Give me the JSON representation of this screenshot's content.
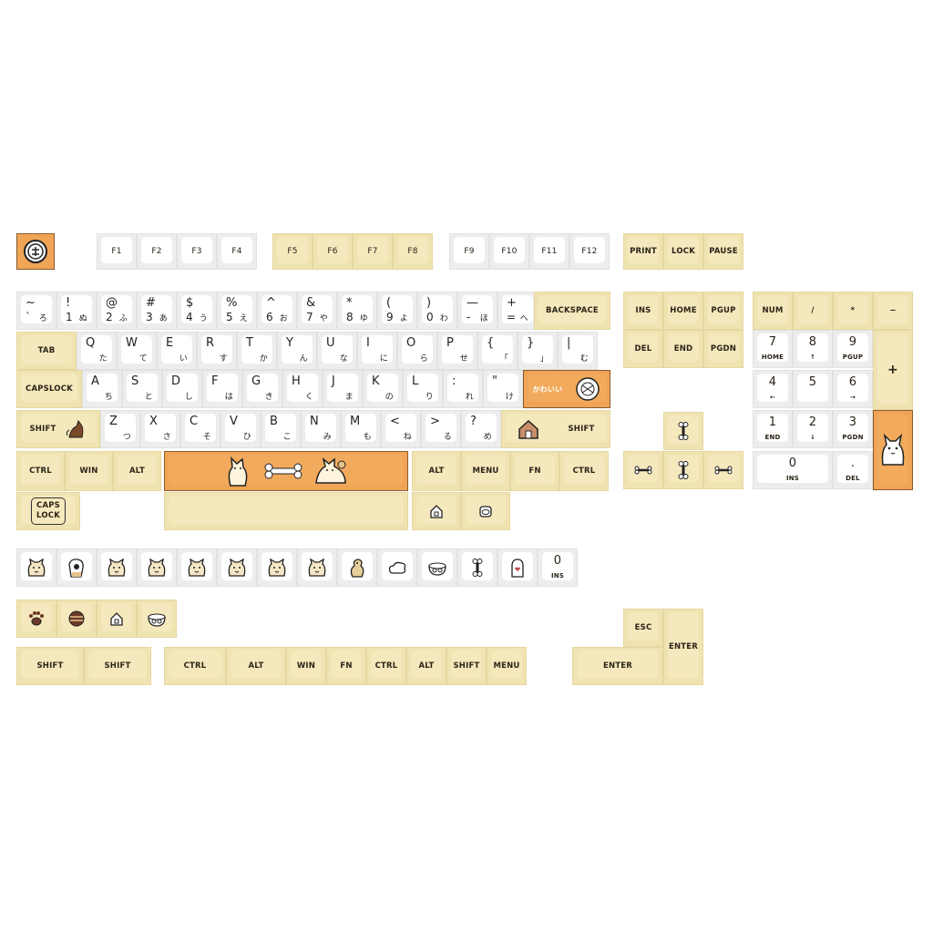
{
  "colors": {
    "beige": "#f0e3b2",
    "white_cap": "#ffffff",
    "orange": "#efa456",
    "legend": "#2b2418"
  },
  "function_row": {
    "logo_key_icon": "shiba-emblem-icon",
    "group1": [
      "F1",
      "F2",
      "F3",
      "F4"
    ],
    "group2": [
      "F5",
      "F6",
      "F7",
      "F8"
    ],
    "group3": [
      "F9",
      "F10",
      "F11",
      "F12"
    ],
    "group4": [
      "PRINT",
      "LOCK",
      "PAUSE"
    ]
  },
  "number_row": {
    "keys": [
      {
        "tl": "~",
        "bl": "`",
        "br": "ろ"
      },
      {
        "tl": "!",
        "bl": "1",
        "br": "ぬ"
      },
      {
        "tl": "@",
        "bl": "2",
        "br": "ふ"
      },
      {
        "tl": "#",
        "bl": "3",
        "br": "あ"
      },
      {
        "tl": "$",
        "bl": "4",
        "br": "う"
      },
      {
        "tl": "%",
        "bl": "5",
        "br": "え"
      },
      {
        "tl": "^",
        "bl": "6",
        "br": "お"
      },
      {
        "tl": "&",
        "bl": "7",
        "br": "や"
      },
      {
        "tl": "*",
        "bl": "8",
        "br": "ゆ"
      },
      {
        "tl": "(",
        "bl": "9",
        "br": "よ"
      },
      {
        "tl": ")",
        "bl": "0",
        "br": "わ"
      },
      {
        "tl": "—",
        "bl": "-",
        "br": "ほ"
      },
      {
        "tl": "+",
        "bl": "=",
        "br": "へ"
      }
    ],
    "backspace": "BACKSPACE"
  },
  "qwerty_row": {
    "tab": "TAB",
    "keys": [
      {
        "tl": "Q",
        "br": "た"
      },
      {
        "tl": "W",
        "br": "て"
      },
      {
        "tl": "E",
        "br": "い"
      },
      {
        "tl": "R",
        "br": "す"
      },
      {
        "tl": "T",
        "br": "か"
      },
      {
        "tl": "Y",
        "br": "ん"
      },
      {
        "tl": "U",
        "br": "な"
      },
      {
        "tl": "I",
        "br": "に"
      },
      {
        "tl": "O",
        "br": "ら"
      },
      {
        "tl": "P",
        "br": "せ"
      },
      {
        "tl": "{",
        "br": "「"
      },
      {
        "tl": "}",
        "br": "」"
      },
      {
        "tl": "|",
        "br": "む"
      }
    ]
  },
  "home_row": {
    "capslock": "CAPSLOCK",
    "keys": [
      {
        "tl": "A",
        "br": "ち"
      },
      {
        "tl": "S",
        "br": "と"
      },
      {
        "tl": "D",
        "br": "し"
      },
      {
        "tl": "F",
        "br": "は"
      },
      {
        "tl": "G",
        "br": "き"
      },
      {
        "tl": "H",
        "br": "く"
      },
      {
        "tl": "J",
        "br": "ま"
      },
      {
        "tl": "K",
        "br": "の"
      },
      {
        "tl": "L",
        "br": "り"
      },
      {
        "tl": ":",
        "br": "れ"
      },
      {
        "tl": "\"",
        "br": "け"
      }
    ],
    "enter_art_text": "かわいい",
    "enter_icon": "shiba-face-icon"
  },
  "shift_row": {
    "lshift": "SHIFT",
    "lshift_icon": "sitting-dog-icon",
    "keys": [
      {
        "tl": "Z",
        "br": "つ"
      },
      {
        "tl": "X",
        "br": "さ"
      },
      {
        "tl": "C",
        "br": "そ"
      },
      {
        "tl": "V",
        "br": "ひ"
      },
      {
        "tl": "B",
        "br": "こ"
      },
      {
        "tl": "N",
        "br": "み"
      },
      {
        "tl": "M",
        "br": "も"
      },
      {
        "tl": "<",
        "br": "ね"
      },
      {
        "tl": ">",
        "br": "る"
      },
      {
        "tl": "?",
        "br": "め"
      }
    ],
    "rshift": "SHIFT",
    "rshift_icon": "dog-house-icon"
  },
  "bottom_row": {
    "left": [
      "CTRL",
      "WIN",
      "ALT"
    ],
    "space_icons": [
      "cat-icon",
      "bone-icon",
      "dog-lying-icon"
    ],
    "right": [
      "ALT",
      "MENU",
      "FN",
      "CTRL"
    ]
  },
  "extra_row1": {
    "caps_lock": "CAPS LOCK",
    "icons": [
      "house-icon",
      "food-can-icon"
    ]
  },
  "nav_cluster": {
    "row1": [
      "INS",
      "HOME",
      "PGUP"
    ],
    "row2": [
      "DEL",
      "END",
      "PGDN"
    ],
    "arrows": [
      "bone-up-icon",
      "bone-left-icon",
      "bone-down-icon",
      "bone-right-icon"
    ]
  },
  "numpad": {
    "row1": [
      "NUM",
      "/",
      "*",
      "−"
    ],
    "plus": "+",
    "keys": [
      {
        "big": "7",
        "small": "HOME"
      },
      {
        "big": "8",
        "small": "↑"
      },
      {
        "big": "9",
        "small": "PGUP"
      },
      {
        "big": "4",
        "small": "←"
      },
      {
        "big": "5",
        "small": ""
      },
      {
        "big": "6",
        "small": "→"
      },
      {
        "big": "1",
        "small": "END"
      },
      {
        "big": "2",
        "small": "↓"
      },
      {
        "big": "3",
        "small": "PGDN"
      },
      {
        "big": "0",
        "small": "INS"
      },
      {
        "big": ".",
        "small": "DEL"
      }
    ],
    "enter_icon": "shiba-bust-icon"
  },
  "novelty_row": {
    "icons": [
      "corgi-waving-icon",
      "paw-raised-icon",
      "shiba-waving-icon",
      "shiba-face-icon",
      "shiba-lying-icon",
      "hamster-icon",
      "cat-face-icon",
      "cat-sleeping-icon",
      "duck-icon",
      "dust-cloud-icon",
      "food-bowl-icon",
      "bone-icon",
      "paw-heart-icon"
    ],
    "last_key": {
      "big": "0",
      "small": "INS"
    }
  },
  "novelty_row2": {
    "icons": [
      "paw-print-icon",
      "ball-icon",
      "dog-house-icon",
      "bowl-icon"
    ]
  },
  "extra_mods": [
    "SHIFT",
    "SHIFT",
    "CTRL",
    "ALT",
    "WIN",
    "FN",
    "CTRL",
    "ALT",
    "SHIFT",
    "MENU"
  ],
  "extra_enter": {
    "esc": "ESC",
    "tall_enter": "ENTER",
    "wide_enter": "ENTER"
  }
}
